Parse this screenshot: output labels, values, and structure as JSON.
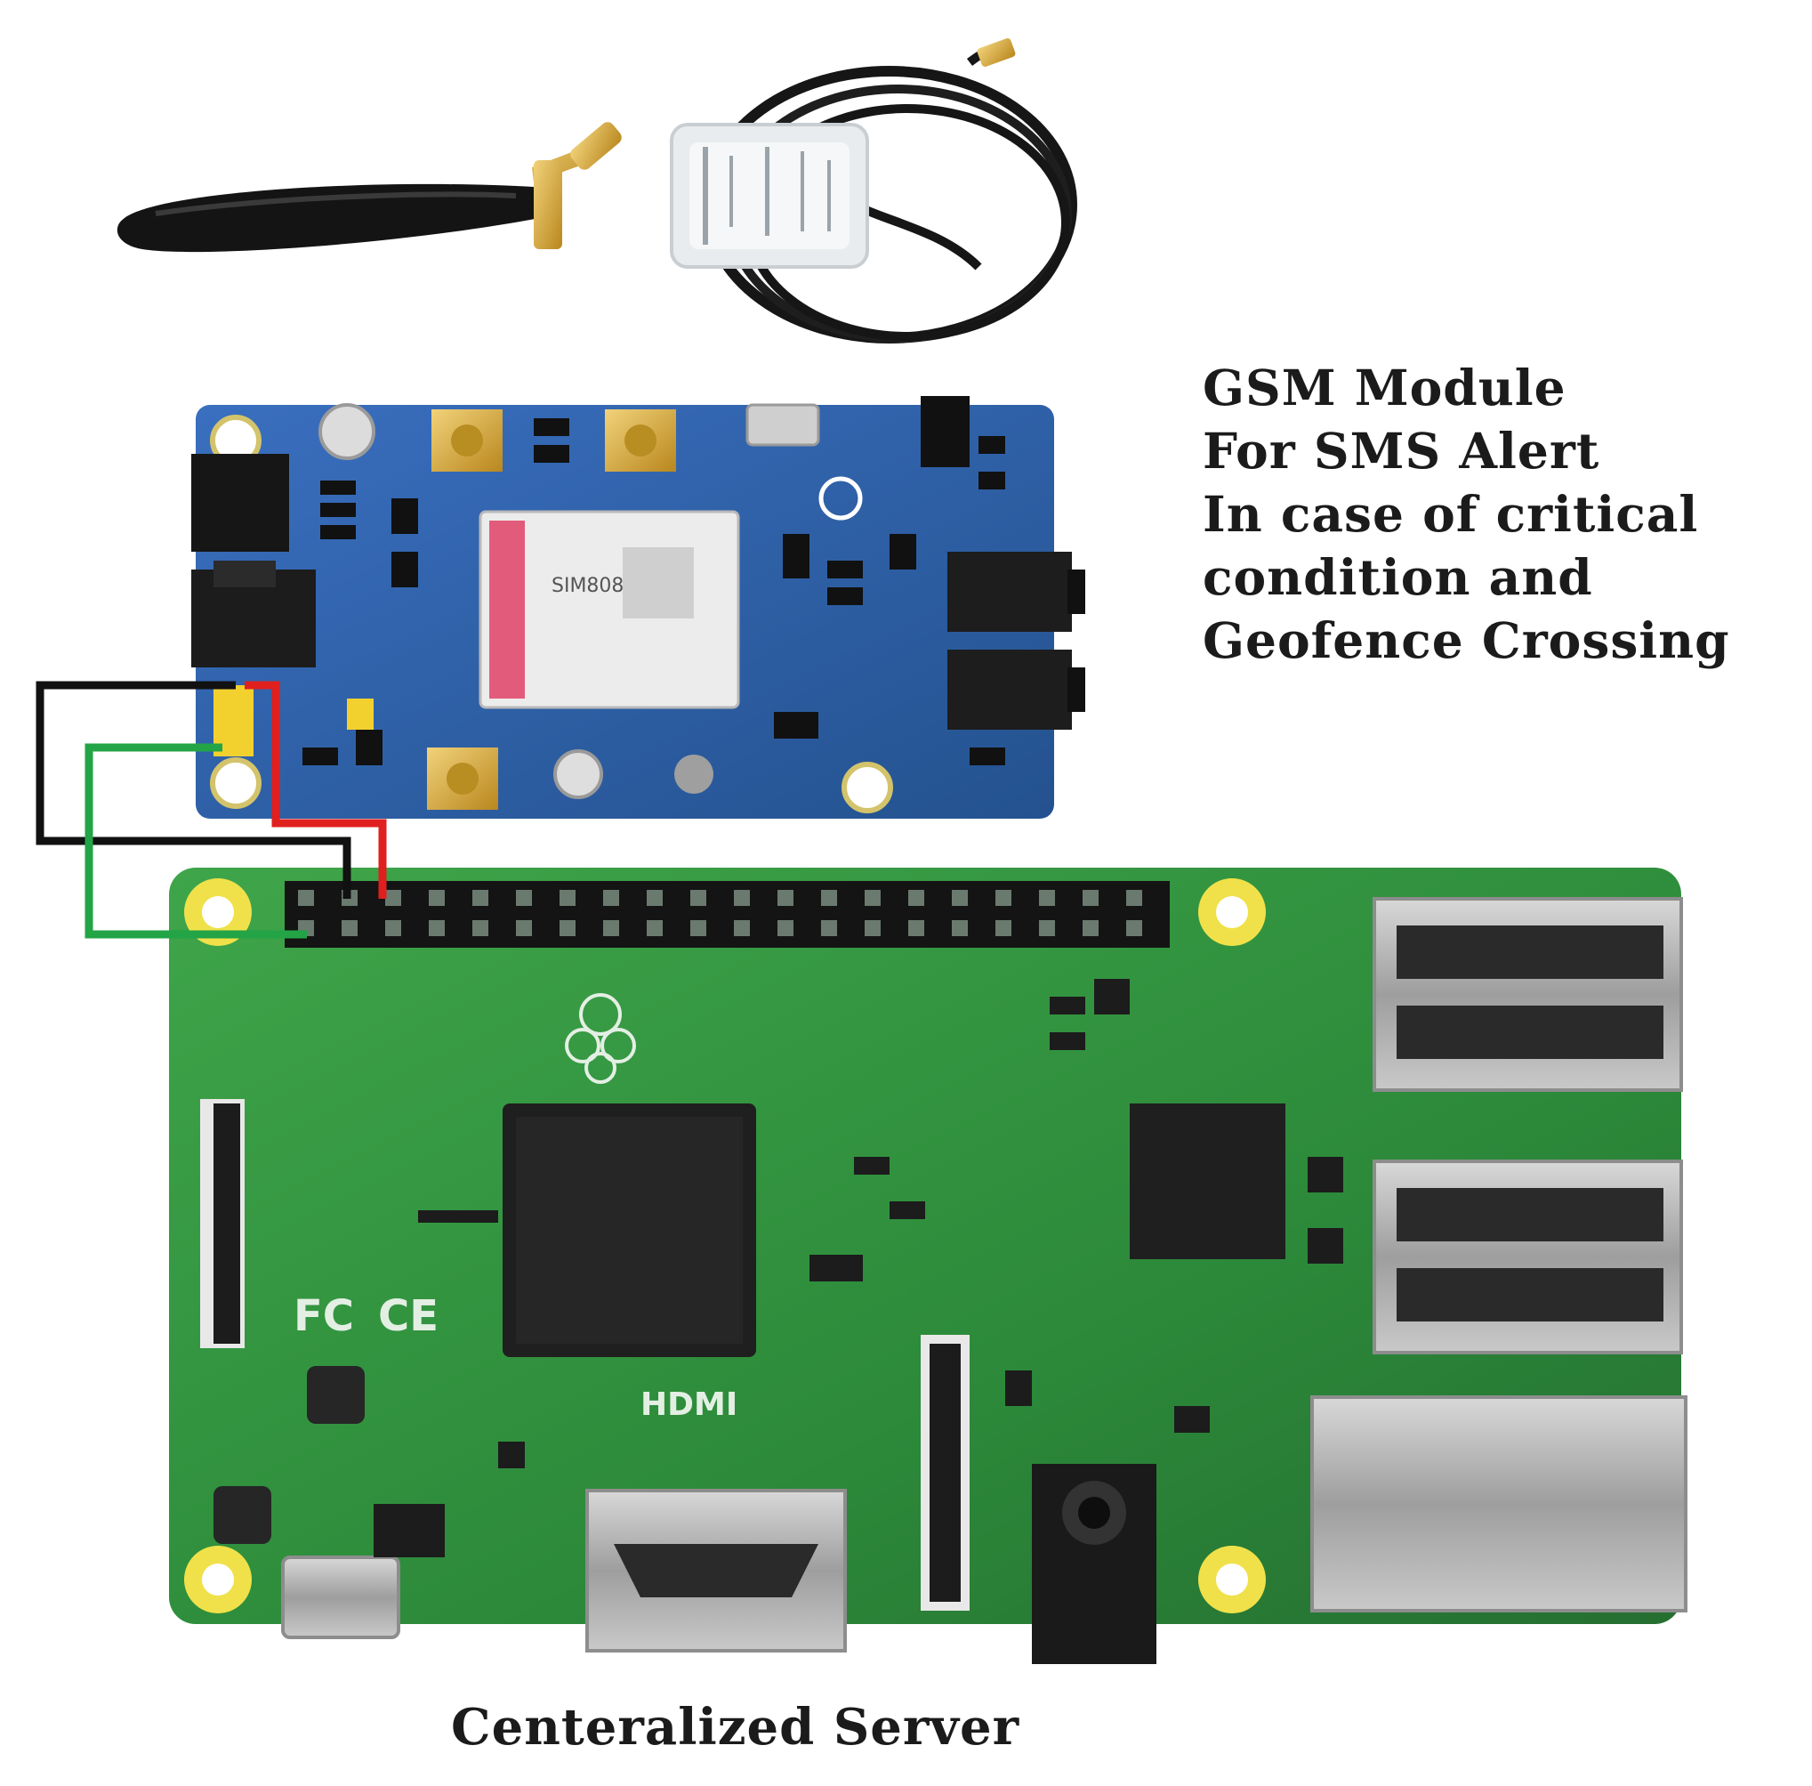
{
  "gsm_caption": {
    "lines": [
      "GSM Module",
      "For SMS Alert",
      "In case of critical",
      "condition and",
      "Geofence Crossing"
    ]
  },
  "server_caption": "Centeralized Server",
  "board_markings": {
    "gsm_chip": "SIM808",
    "pi_hdmi": "HDMI",
    "pi_fc": "FC",
    "pi_ce": "CE"
  },
  "colors": {
    "wire_black": "#111111",
    "wire_red": "#e01f1f",
    "wire_green": "#23a446",
    "pi_board": "#2f8f3e",
    "gsm_board": "#2e5fa8",
    "gold": "#d4a72c"
  },
  "icons": [
    "gsm-antenna-icon",
    "gps-antenna-icon",
    "gsm-module-board",
    "raspberry-pi-board",
    "usb-port-icon",
    "ethernet-port-icon",
    "hdmi-port-icon",
    "audio-jack-icon"
  ]
}
